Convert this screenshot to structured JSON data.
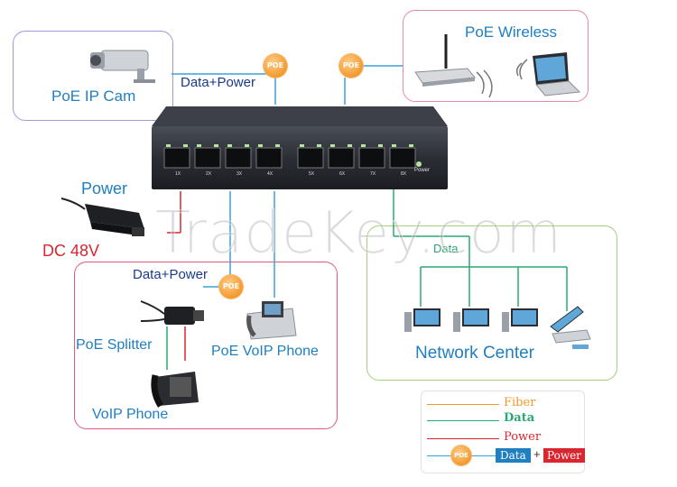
{
  "labels": {
    "poe_ip_camera": "PoE IP Cam",
    "poe_wireless": "PoE Wireless",
    "data_power_top": "Data+Power",
    "power": "Power",
    "dc_48v": "DC 48V",
    "data_power_bottom": "Data+Power",
    "poe_splitter": "PoE Splitter",
    "poe_voip_phone": "PoE VoIP Phone",
    "voip_phone": "VoIP Phone",
    "network_center": "Network Center",
    "data_line": "Data",
    "switch_power": "Power"
  },
  "poe_badge_text": "POE",
  "port_labels": [
    "1X",
    "2X",
    "3X",
    "4X",
    "5X",
    "6X",
    "7X",
    "8X"
  ],
  "legend": {
    "fiber": "Fiber",
    "data": "Data",
    "power": "Power",
    "poe": "POE",
    "data_box": "Data",
    "plus": "+",
    "power_box": "Power"
  },
  "watermark": "TradeKey.com",
  "colors": {
    "fiber": "#f39a2e",
    "data": "#2aa872",
    "power": "#d9262f",
    "poe_line": "#3aa0d8",
    "panel_camera": "#9b9bd8",
    "panel_wireless": "#e58aa6",
    "panel_bottom": "#e05a7a",
    "panel_network": "#9fd07a",
    "label_blue": "#1f7fc1",
    "label_red": "#d9262f"
  }
}
